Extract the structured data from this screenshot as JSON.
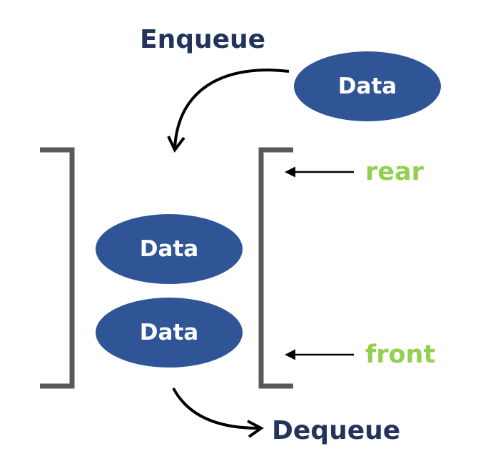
{
  "labels": {
    "enqueue": "Enqueue",
    "dequeue": "Dequeue",
    "rear": "rear",
    "front": "front"
  },
  "items": {
    "incoming": "Data",
    "queued": [
      "Data",
      "Data"
    ]
  },
  "colors": {
    "node_fill": "#2f5597",
    "title_text": "#22345c",
    "pointer_label": "#92d050",
    "bracket": "#595959",
    "arrow": "#000000"
  }
}
